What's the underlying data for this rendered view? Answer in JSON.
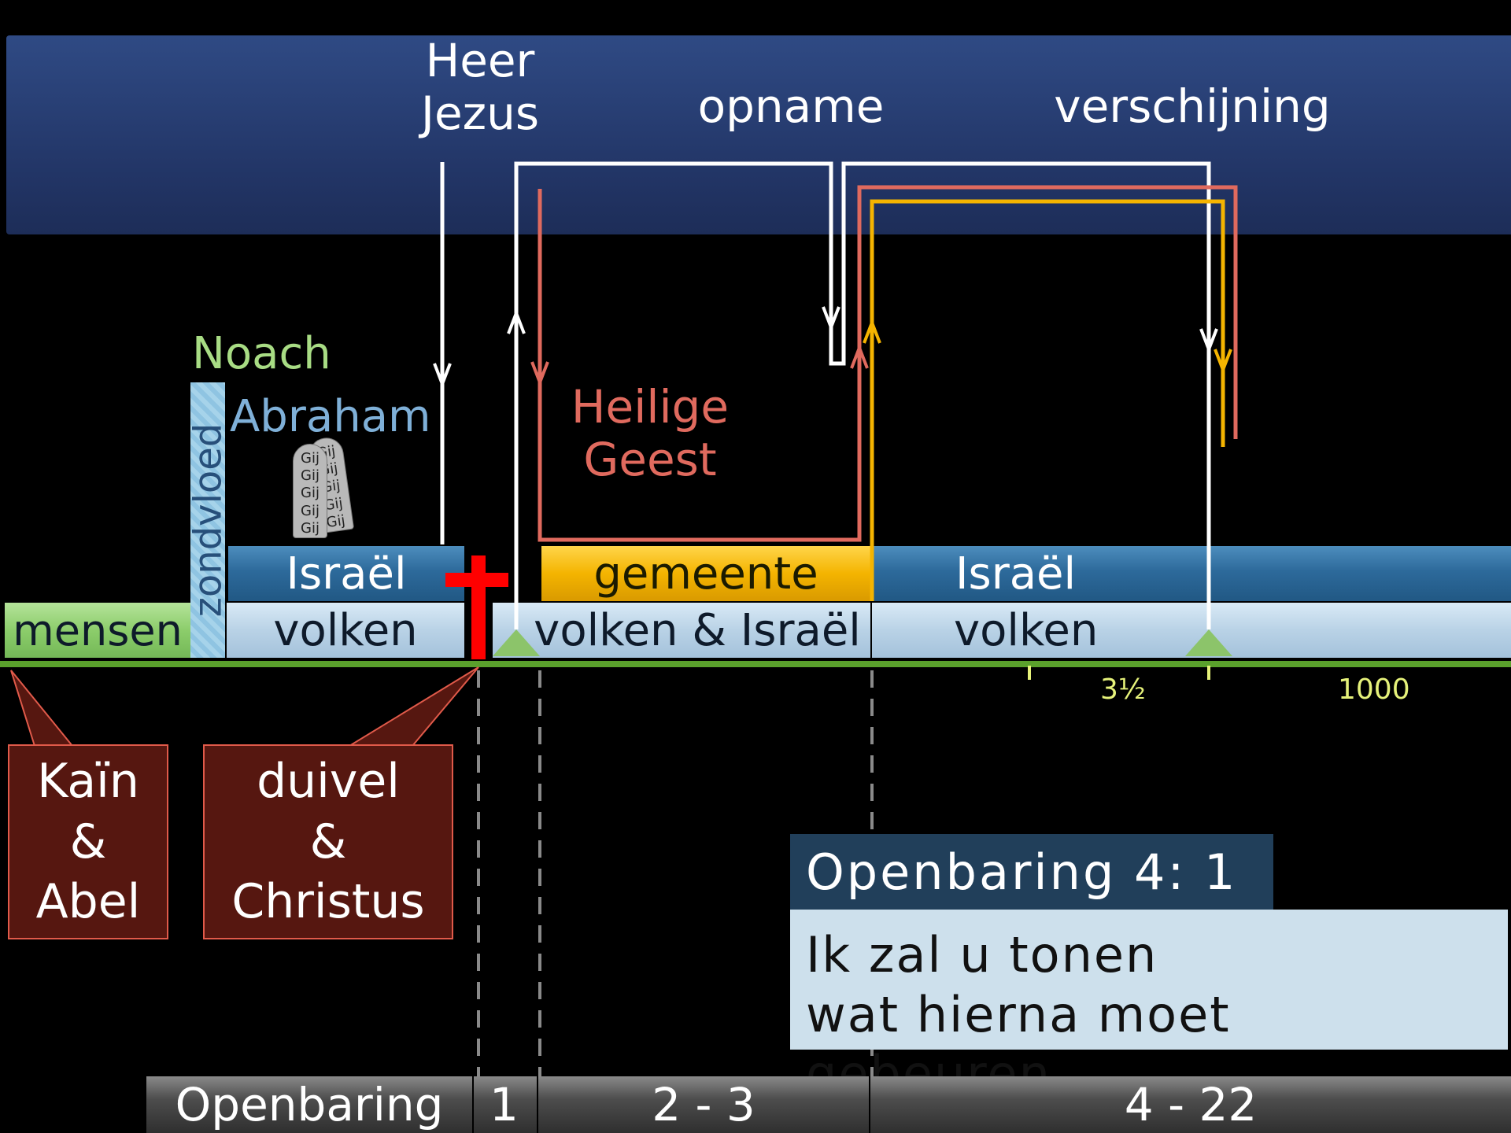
{
  "heaven": {
    "heer_jezus": "Heer\nJezus",
    "opname": "opname",
    "verschijning": "verschijning"
  },
  "persons": {
    "noach": "Noach",
    "abraham": "Abraham",
    "zondvloed": "zondvloed",
    "heilige_geest": "Heilige\nGeest",
    "tablet_word": "Gij"
  },
  "bars": {
    "israel_1": "Israël",
    "gemeente": "gemeente",
    "israel_2": "Israël",
    "mensen": "mensen",
    "volken_1": "volken",
    "volken_israel": "volken & Israël",
    "volken_2": "volken"
  },
  "scale": {
    "three_half": "3½",
    "thousand": "1000"
  },
  "callouts": {
    "kain_abel": "Kaïn\n&\nAbel",
    "duivel_christus": "duivel\n&\nChristus"
  },
  "quote": {
    "reference": "Openbaring 4: 1",
    "text": "Ik zal u tonen\nwat hierna moet gebeuren"
  },
  "bottom_bar": {
    "label": "Openbaring",
    "ch1": "1",
    "ch2_3": "2 - 3",
    "ch4_22": "4 - 22"
  },
  "colors": {
    "heaven": "#243766",
    "white_line": "#ffffff",
    "spirit_line": "#e06a5e",
    "church_line": "#f5b400",
    "cross": "#ff0000",
    "timeline": "#5aa02c",
    "scale_text": "#e6f27a",
    "noach_text": "#a8dc84",
    "abraham_text": "#7fb0d8"
  }
}
